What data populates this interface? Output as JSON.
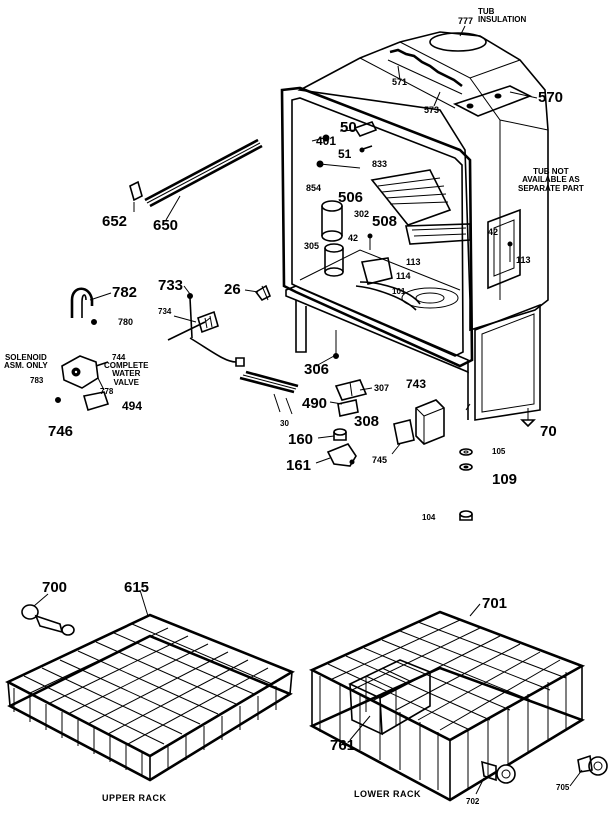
{
  "colors": {
    "ink": "#000000",
    "paper": "#ffffff"
  },
  "notes": {
    "tub_insulation": "TUB\nINSULATION",
    "tub_not_available": "TUB NOT\nAVAILABLE AS\nSEPARATE PART",
    "solenoid": "SOLENOID\nASM. ONLY",
    "complete_valve": "COMPLETE\nWATER\nVALVE"
  },
  "captions": {
    "upper_rack": "UPPER RACK",
    "lower_rack": "LOWER RACK"
  },
  "parts": {
    "p777": "777",
    "p571": "571",
    "p573": "573",
    "p570": "570",
    "p50": "50",
    "p401": "401",
    "p51": "51",
    "p833": "833",
    "p854": "854",
    "p506": "506",
    "p302": "302",
    "p508": "508",
    "p42a": "42",
    "p305": "305",
    "p113a": "113",
    "p114": "114",
    "p101": "101",
    "p42b": "42",
    "p113b": "113",
    "p652": "652",
    "p650": "650",
    "p782": "782",
    "p780": "780",
    "p733": "733",
    "p26": "26",
    "p734": "734",
    "p744": "744",
    "p783": "783",
    "p778": "778",
    "p494": "494",
    "p746": "746",
    "p306": "306",
    "p307": "307",
    "p743": "743",
    "p490": "490",
    "p308": "308",
    "p30": "30",
    "p160": "160",
    "p105": "105",
    "p70": "70",
    "p161": "161",
    "p745": "745",
    "p109": "109",
    "p104": "104",
    "p700": "700",
    "p615": "615",
    "p701": "701",
    "p761": "761",
    "p705": "705",
    "p702": "702"
  }
}
